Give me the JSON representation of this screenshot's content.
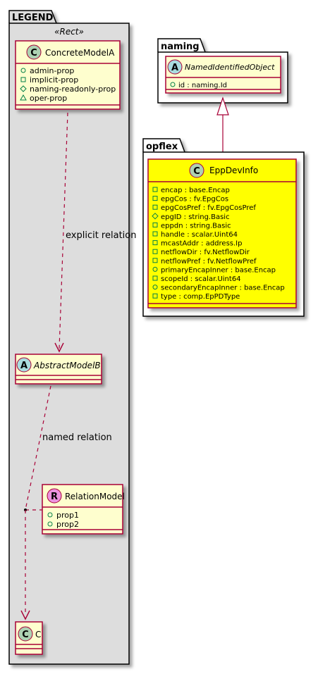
{
  "colors": {
    "package_fill": "#DDDDDD",
    "package_fill_plain": "#FFFFFF",
    "class_fill": "#FEFECE",
    "highlight_fill": "#FFFF00",
    "border": "#A80036",
    "class_badge": "#ADD1B2",
    "abstract_badge": "#A9DCDF",
    "relation_badge": "#EB93DF"
  },
  "legend": {
    "package_name": "LEGEND",
    "stereotype": "«Rect»",
    "concrete_model": {
      "badge": "C",
      "name": "ConcreteModelA",
      "props": [
        {
          "vis": "public",
          "icon": "circle-icon",
          "label": "admin-prop"
        },
        {
          "vis": "private",
          "icon": "square-icon",
          "label": "implicit-prop"
        },
        {
          "vis": "protected",
          "icon": "diamond-icon",
          "label": "naming-readonly-prop"
        },
        {
          "vis": "package",
          "icon": "triangle-icon",
          "label": "oper-prop"
        }
      ]
    },
    "explicit_relation_label": "explicit relation",
    "abstract_model": {
      "badge": "A",
      "name": "AbstractModelB"
    },
    "named_relation_label": "named relation",
    "relation_model": {
      "badge": "R",
      "name": "RelationModel",
      "props": [
        {
          "vis": "public",
          "icon": "circle-icon",
          "label": "prop1"
        },
        {
          "vis": "public",
          "icon": "circle-icon",
          "label": "prop2"
        }
      ]
    },
    "target_class": {
      "badge": "C",
      "name": "C"
    }
  },
  "naming": {
    "package_name": "naming",
    "class": {
      "badge": "A",
      "name": "NamedIdentifiedObject",
      "props": [
        {
          "vis": "public",
          "icon": "circle-icon",
          "label": "id : naming.Id"
        }
      ]
    }
  },
  "opflex": {
    "package_name": "opflex",
    "class": {
      "badge": "C",
      "name": "EppDevInfo",
      "props": [
        {
          "vis": "private",
          "icon": "square-icon",
          "label": "encap : base.Encap"
        },
        {
          "vis": "private",
          "icon": "square-icon",
          "label": "epgCos : fv.EpgCos"
        },
        {
          "vis": "private",
          "icon": "square-icon",
          "label": "epgCosPref : fv.EpgCosPref"
        },
        {
          "vis": "protected",
          "icon": "diamond-icon",
          "label": "epgID : string.Basic"
        },
        {
          "vis": "private",
          "icon": "square-icon",
          "label": "eppdn : string.Basic"
        },
        {
          "vis": "private",
          "icon": "square-icon",
          "label": "handle : scalar.Uint64"
        },
        {
          "vis": "private",
          "icon": "square-icon",
          "label": "mcastAddr : address.Ip"
        },
        {
          "vis": "private",
          "icon": "square-icon",
          "label": "netflowDir : fv.NetflowDir"
        },
        {
          "vis": "private",
          "icon": "square-icon",
          "label": "netflowPref : fv.NetflowPref"
        },
        {
          "vis": "public",
          "icon": "circle-icon",
          "label": "primaryEncapInner : base.Encap"
        },
        {
          "vis": "private",
          "icon": "square-icon",
          "label": "scopeId : scalar.Uint64"
        },
        {
          "vis": "public",
          "icon": "circle-icon",
          "label": "secondaryEncapInner : base.Encap"
        },
        {
          "vis": "private",
          "icon": "square-icon",
          "label": "type : comp.EpPDType"
        }
      ]
    }
  }
}
